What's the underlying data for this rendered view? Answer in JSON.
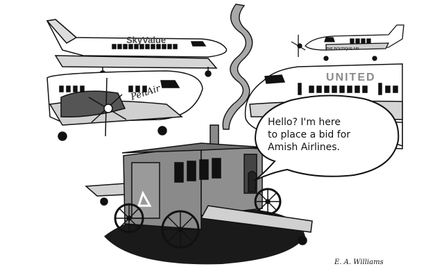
{
  "cartoon": {
    "speech_line1": "Hello?  I'm here",
    "speech_line2": "to place a bid for",
    "speech_line3": "Amish Airlines.",
    "signature": "E. A. Williams"
  },
  "aircraft": {
    "top_plane_brand": "SkyValue",
    "right_plane_brand": "UNITED",
    "small_plane_brand": "THE BOUTIQUE AIR",
    "turboprop_brand": "PenAir"
  },
  "colors": {
    "ink": "#111111",
    "paper": "#ffffff",
    "tarmac": "#1a1a1a",
    "buggy": "#8a8a8a",
    "plane_shade": "#cfcfcf"
  }
}
